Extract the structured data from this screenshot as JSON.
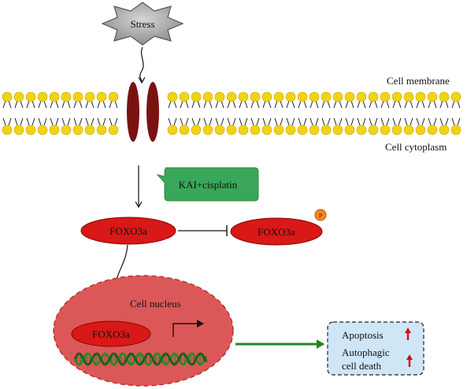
{
  "stimulus": {
    "label": "Stress"
  },
  "membrane": {
    "label_top": "Cell membrane",
    "label_bottom": "Cell cytoplasm"
  },
  "drug": {
    "label": "KAI+cisplatin",
    "color": "#3aa65a"
  },
  "cytoplasm": {
    "foxo_active": "FOXO3a",
    "foxo_phospho": "FOXO3a",
    "phospho_mark": "P"
  },
  "nucleus": {
    "label": "Cell nucleus",
    "foxo": "FOXO3a"
  },
  "outcomes": {
    "item1": "Apoptosis",
    "item2_line1": "Autophagic",
    "item2_line2": "cell death"
  },
  "colors": {
    "foxo_fill": "#d91818",
    "channel": "#7a1212",
    "lipid_head": "#f0d314",
    "nucleus_fill": "#dc5858",
    "arrow_green": "#1e8a1e",
    "outcome_fill": "#cfe6f7",
    "up_arrow": "#d01010"
  }
}
